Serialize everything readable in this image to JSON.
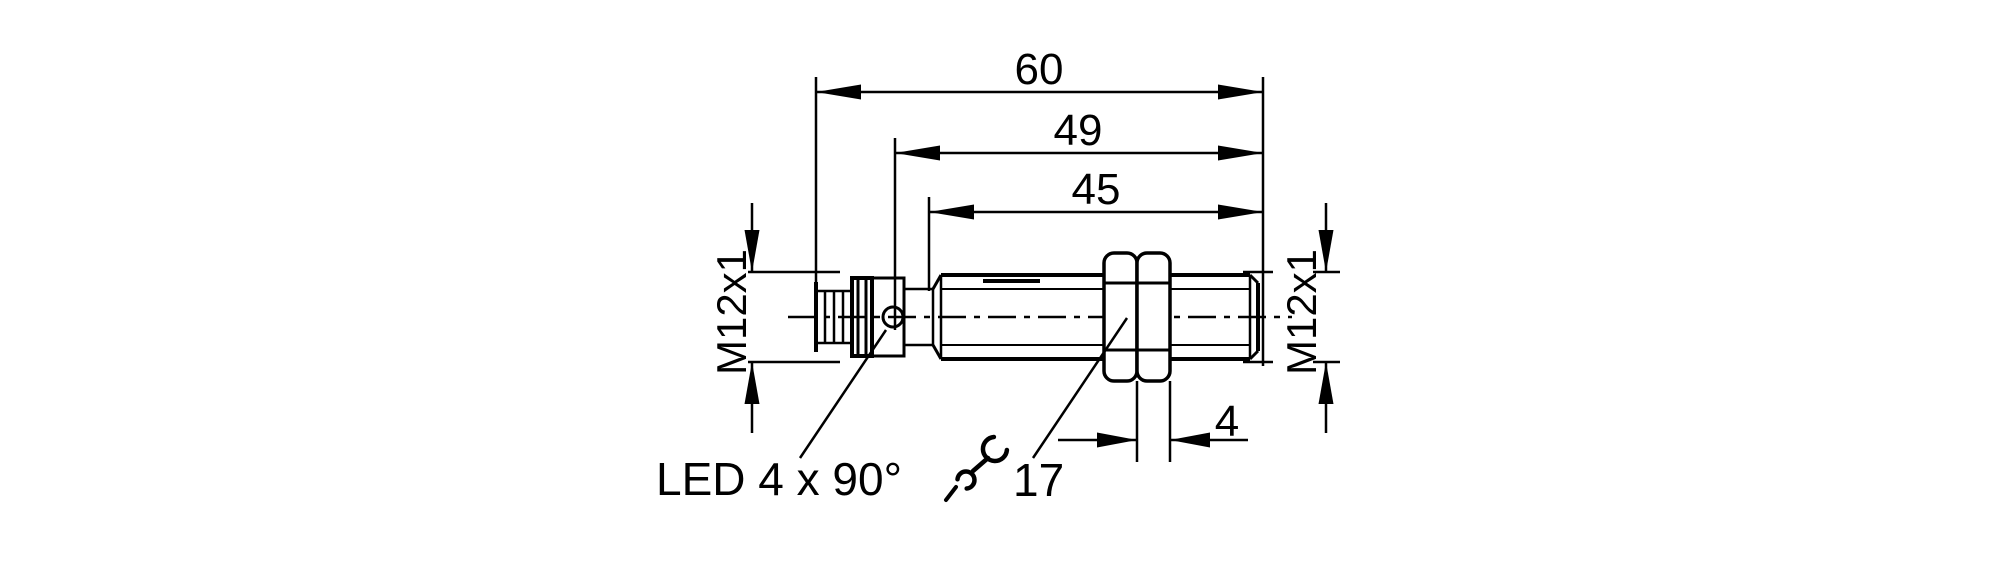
{
  "drawing": {
    "type": "technical-dimension-drawing",
    "background_color": "#ffffff",
    "line_color": "#000000",
    "labels": {
      "overall_length": "60",
      "length_to_led": "49",
      "threaded_length": "45",
      "nut_thickness": "4",
      "wrench_size": "17",
      "thread_spec_left": "M12x1",
      "thread_spec_right": "M12x1",
      "led_note": "LED 4 x 90°"
    }
  }
}
